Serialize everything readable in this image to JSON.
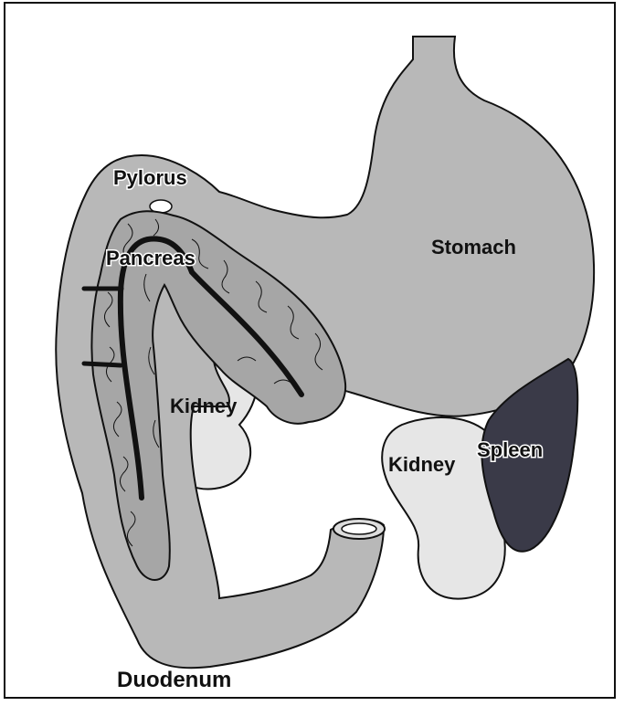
{
  "labels": {
    "pylorus": "Pylorus",
    "pancreas": "Pancreas",
    "stomach": "Stomach",
    "kidney_left": "Kidney",
    "kidney_right": "Kidney",
    "spleen": "Spleen",
    "duodenum": "Duodenum"
  },
  "colors": {
    "stomach_fill": "#b8b8b8",
    "pancreas_fill": "#a6a6a6",
    "kidney_fill": "#e6e6e6",
    "spleen_fill": "#3a3a48",
    "outline": "#111111",
    "duct": "#111111"
  }
}
